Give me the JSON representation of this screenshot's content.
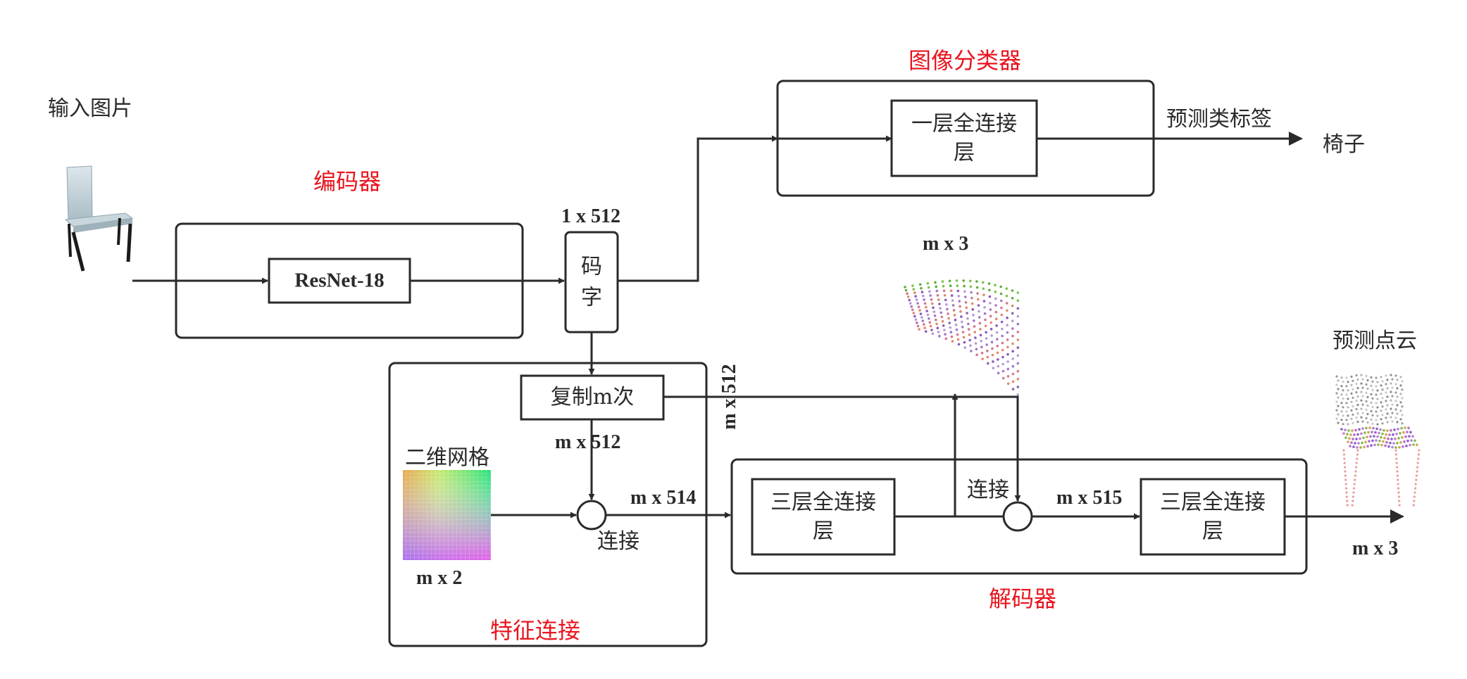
{
  "input": {
    "title": "输入图片"
  },
  "encoder": {
    "title": "编码器",
    "block": "ResNet-18"
  },
  "code": {
    "label": "码\n字",
    "dim": "1 x 512"
  },
  "classifier": {
    "title": "图像分类器",
    "block": "一层全连接\n层",
    "output_label": "预测类标签",
    "output_value": "椅子"
  },
  "feature_concat": {
    "title": "特征连接",
    "copy_block": "复制m次",
    "copy_dim": "m x 512",
    "grid_label": "二维网格",
    "grid_dim": "m x 2",
    "concat_label": "连接",
    "out_dim": "m x 514"
  },
  "decoder": {
    "title": "解码器",
    "fc1": "三层全连接\n层",
    "fc2": "三层全连接\n层",
    "concat_label": "连接",
    "mid_dim": "m x 515",
    "intermediate_dim": "m x 3",
    "skip_dim": "m x 512",
    "output_dim": "m x 3",
    "output_title": "预测点云"
  },
  "colors": {
    "stroke": "#2a2a2a",
    "title_red": "#e8141e"
  }
}
